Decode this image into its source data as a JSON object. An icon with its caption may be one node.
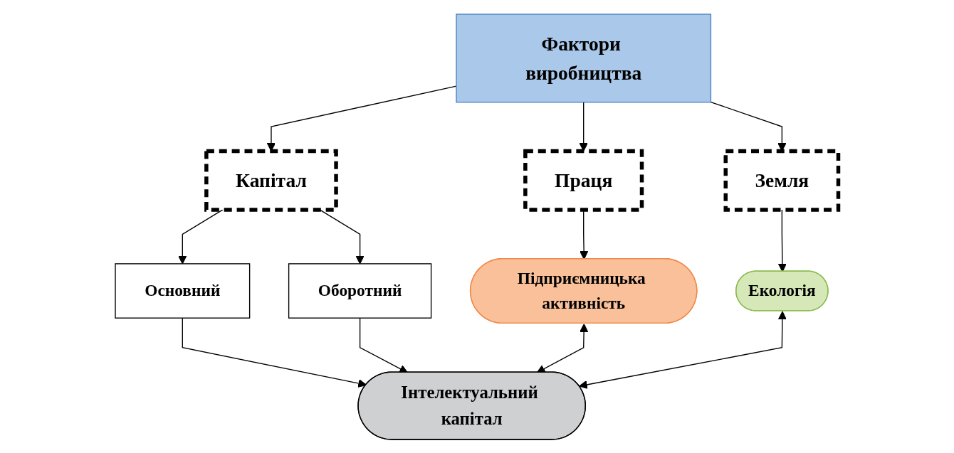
{
  "diagram": {
    "nodes": [
      {
        "text": [
          "Фактори виробництва"
        ]
      },
      {
        "text": [
          "Земля"
        ]
      },
      {
        "text": [
          "Праця"
        ]
      },
      {
        "text": [
          "Капітал"
        ]
      },
      {
        "text": [
          "Основний"
        ]
      },
      {
        "text": [
          "Оборотний"
        ]
      },
      {
        "text": [
          "Екологія"
        ]
      },
      {
        "text": [
          "Підприємницька активність"
        ]
      },
      {
        "text": [
          "Інтелектуальний капітал"
        ]
      }
    ],
    "edges": [
      {
        "from": 0,
        "to": 1,
        "arrow": "to"
      },
      {
        "from": 0,
        "to": 2,
        "arrow": "to"
      },
      {
        "from": 0,
        "to": 3,
        "arrow": "to"
      },
      {
        "from": 3,
        "to": 4,
        "arrow": "to"
      },
      {
        "from": 3,
        "to": 5,
        "arrow": "to"
      },
      {
        "from": 1,
        "to": 6,
        "arrow": "to"
      },
      {
        "from": 2,
        "to": 7,
        "arrow": "to"
      },
      {
        "from": 4,
        "to": 8,
        "arrow": "to"
      },
      {
        "from": 5,
        "to": 8,
        "arrow": "to"
      },
      {
        "from": 7,
        "to": 8,
        "arrow": "both"
      },
      {
        "from": 6,
        "to": 8,
        "arrow": "both"
      }
    ]
  }
}
